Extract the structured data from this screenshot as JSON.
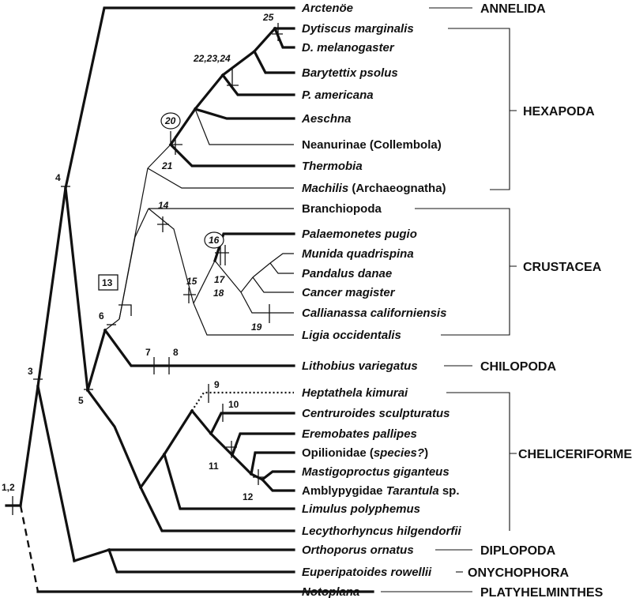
{
  "taxa": {
    "arctenoe": "Arctenöe",
    "dytiscus": "Dytiscus marginalis",
    "dmel": "D. melanogaster",
    "barytettix": "Barytettix psolus",
    "pamericana": "P. americana",
    "aeschna": "Aeschna",
    "neanurinae": "Neanurinae (Collembola)",
    "thermobia": "Thermobia",
    "machilis_genus": "Machilis",
    "machilis_order": " (Archaeognatha)",
    "branchiopoda": "Branchiopoda",
    "palaemonetes": "Palaemonetes pugio",
    "munida": "Munida quadrispina",
    "pandalus": "Pandalus danae",
    "cancer": "Cancer magister",
    "callianassa": "Callianassa californiensis",
    "ligia": "Ligia occidentalis",
    "lithobius": "Lithobius variegatus",
    "heptathela": "Heptathela kimurai",
    "centruroides": "Centruroides sculpturatus",
    "eremobates": "Eremobates pallipes",
    "opilionidae_fam": "Opilionidae (",
    "opilionidae_sp": "species?",
    "opilionidae_end": ")",
    "mastigoproctus": "Mastigoproctus giganteus",
    "amblypygidae_fam": "Amblypygidae ",
    "amblypygidae_gen": "Tarantula",
    "amblypygidae_sp": " sp.",
    "limulus": "Limulus polyphemus",
    "lecythorhyncus": "Lecythorhyncus hilgendorfii",
    "orthoporus": "Orthoporus ornatus",
    "euperipatoides": "Euperipatoides rowellii",
    "notoplana": "Notoplana"
  },
  "groups": {
    "annelida": "ANNELIDA",
    "hexapoda": "HEXAPODA",
    "crustacea": "CRUSTACEA",
    "chilopoda": "CHILOPODA",
    "cheliceriformes": "CHELICERIFORMES",
    "diplopoda": "DIPLOPODA",
    "onychophora": "ONYCHOPHORA",
    "platyhelminthes": "PLATYHELMINTHES"
  },
  "nodes": {
    "n1_2": "1,2",
    "n3": "3",
    "n4": "4",
    "n5": "5",
    "n6": "6",
    "n7": "7",
    "n8": "8",
    "n9": "9",
    "n10": "10",
    "n11": "11",
    "n12": "12",
    "n13": "13",
    "n14": "14",
    "n15": "15",
    "n16": "16",
    "n17": "17",
    "n18": "18",
    "n19": "19",
    "n20": "20",
    "n21": "21",
    "n22_24": "22,23,24",
    "n25": "25"
  }
}
